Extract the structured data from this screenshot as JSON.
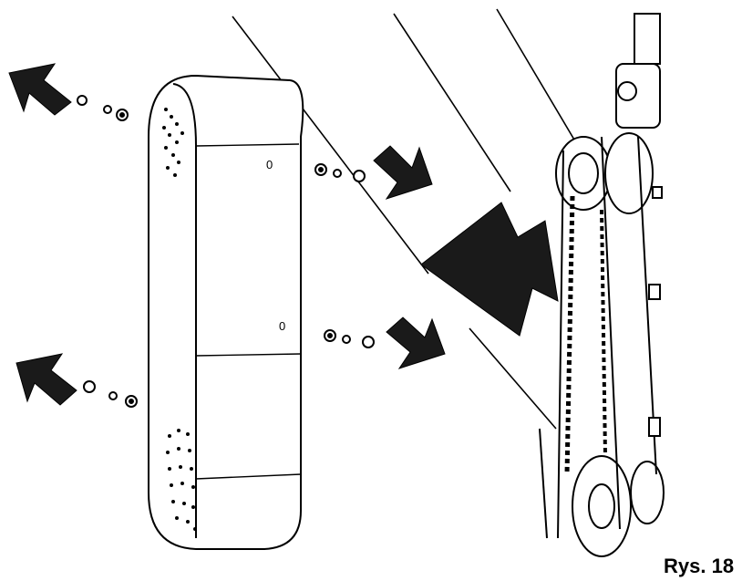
{
  "figure": {
    "caption": "Rys. 18",
    "part_labels": [
      "0",
      "0"
    ]
  }
}
